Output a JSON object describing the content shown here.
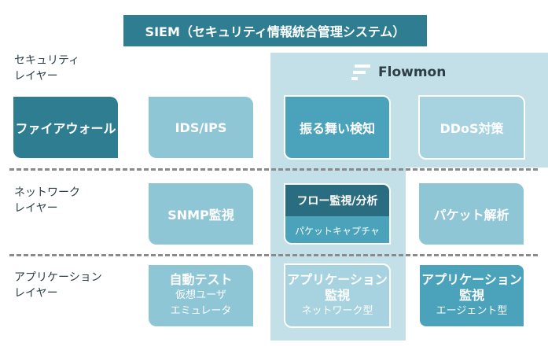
{
  "header": {
    "title": "SIEM（セキュリティ情報統合管理システム）"
  },
  "brand": {
    "name": "Flowmon"
  },
  "layers": {
    "security": "セキュリティ\nレイヤー",
    "network": "ネットワーク\nレイヤー",
    "application": "アプリケーション\nレイヤー"
  },
  "boxes": {
    "firewall": "ファイアウォール",
    "ids_ips": "IDS/IPS",
    "behavior": "振る舞い検知",
    "ddos": "DDoS対策",
    "snmp": "SNMP監視",
    "flow_monitor": "フロー監視/分析",
    "packet_capture": "パケットキャプチャ",
    "packet_analysis": "パケット解析",
    "auto_test": {
      "title": "自動テスト",
      "sub1": "仮想ユーザ",
      "sub2": "エミュレータ"
    },
    "app_net": {
      "title1": "アプリケーション",
      "title2": "監視",
      "sub": "ネットワーク型"
    },
    "app_agent": {
      "title1": "アプリケーション",
      "title2": "監視",
      "sub": "エージェント型"
    }
  },
  "colors": {
    "dark": "#2e7d90",
    "mid": "#4aa3bb",
    "light": "#8fc6d6",
    "panel": "#c3e0e8"
  }
}
